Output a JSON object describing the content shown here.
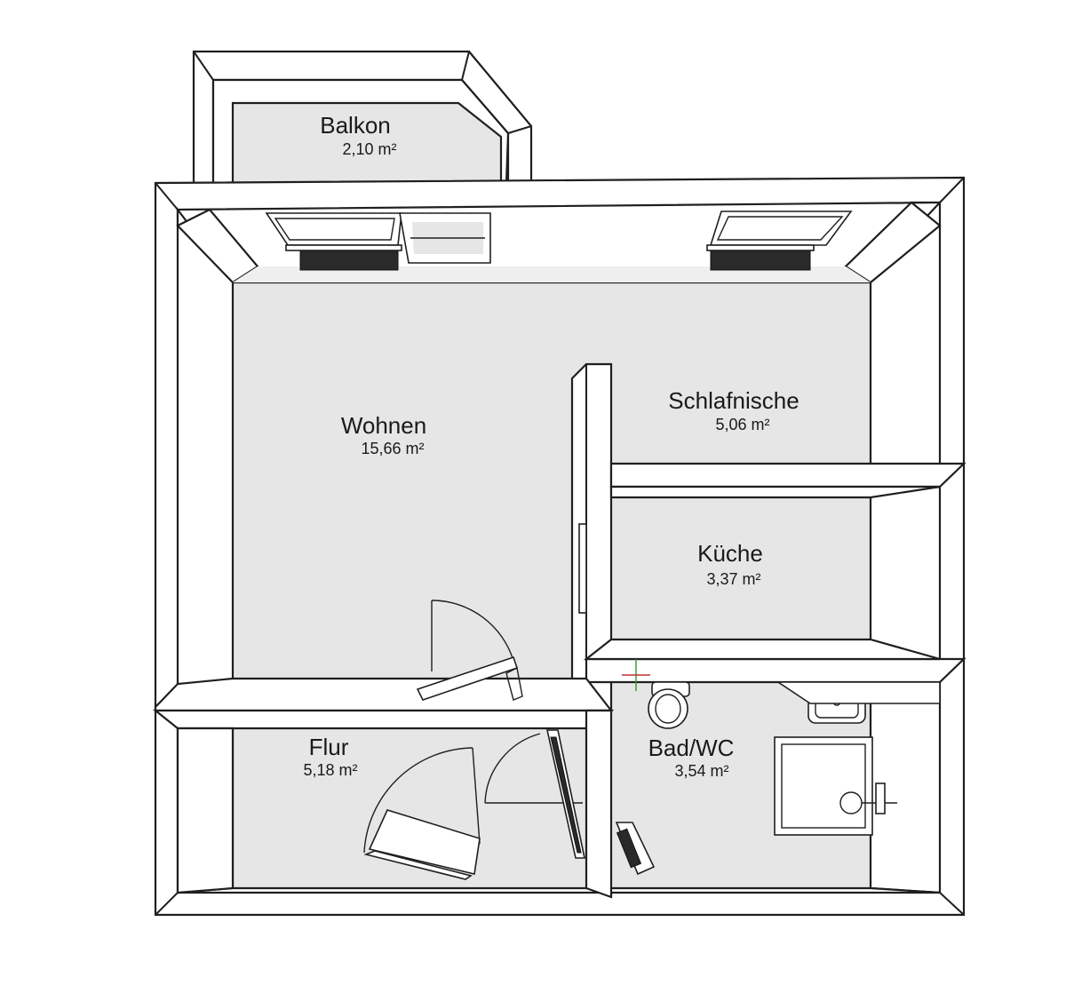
{
  "rooms": {
    "balkon": {
      "name": "Balkon",
      "area": "2,10 m²"
    },
    "wohnen": {
      "name": "Wohnen",
      "area": "15,66 m²"
    },
    "schlafnische": {
      "name": "Schlafnische",
      "area": "5,06 m²"
    },
    "kueche": {
      "name": "Küche",
      "area": "3,37 m²"
    },
    "flur": {
      "name": "Flur",
      "area": "5,18 m²"
    },
    "bad": {
      "name": "Bad/WC",
      "area": "3,54 m²"
    }
  },
  "colors": {
    "floor": "#e6e6e6",
    "wall_face": "#ffffff",
    "outline": "#1f1f1f"
  }
}
